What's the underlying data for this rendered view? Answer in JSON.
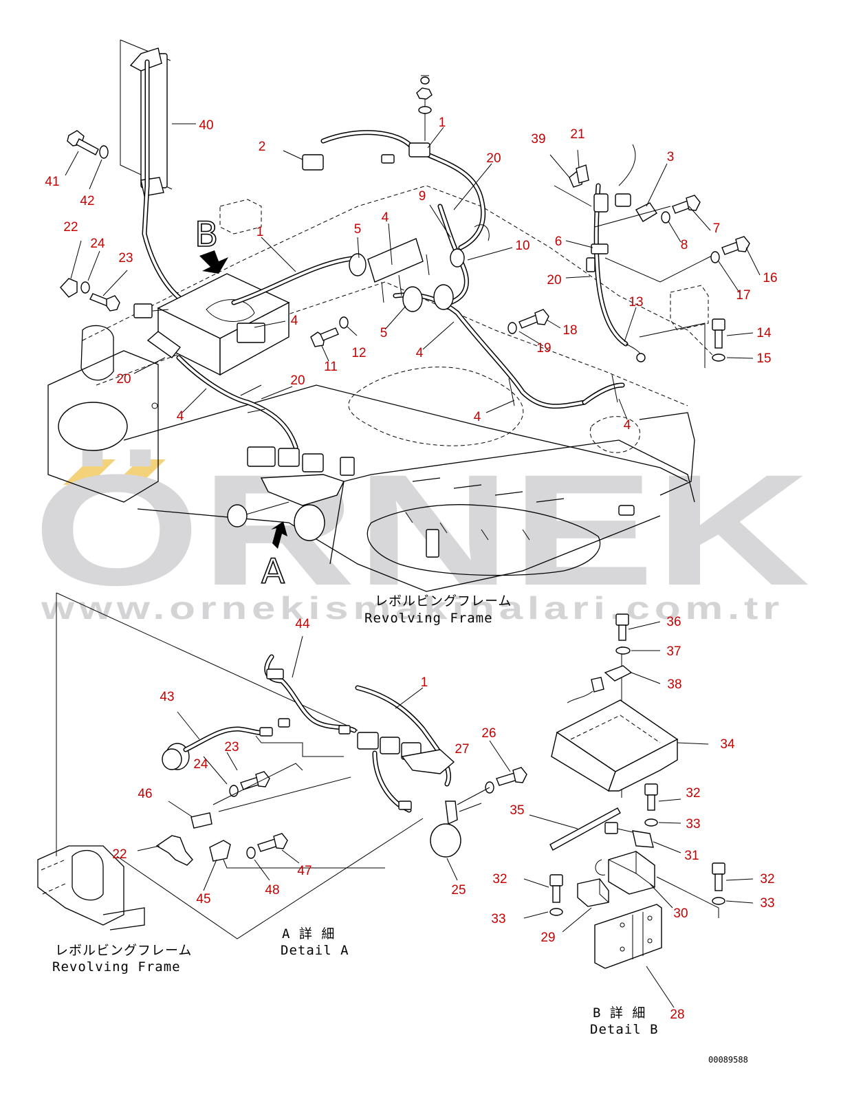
{
  "watermark": {
    "brand": "ÖRNEK",
    "url": "www.ornekismakinalari.com.tr",
    "accent_color": "#f3d27a",
    "gray_color": "#d7d7d9"
  },
  "view_letters": {
    "a": "A",
    "b": "B"
  },
  "captions": {
    "revolving_frame_jp": "レボルビングフレーム",
    "revolving_frame_en": "Revolving Frame",
    "detail_a_jp": "A 詳 細",
    "detail_a_en": "Detail A",
    "detail_b_jp": "B 詳 細",
    "detail_b_en": "Detail B"
  },
  "drawing_number": "00089588",
  "callout_color": "#c40000",
  "callouts": [
    {
      "label": "40"
    },
    {
      "label": "41"
    },
    {
      "label": "42"
    },
    {
      "label": "22"
    },
    {
      "label": "24"
    },
    {
      "label": "23"
    },
    {
      "label": "1"
    },
    {
      "label": "2"
    },
    {
      "label": "1"
    },
    {
      "label": "20"
    },
    {
      "label": "9"
    },
    {
      "label": "4"
    },
    {
      "label": "5"
    },
    {
      "label": "10"
    },
    {
      "label": "39"
    },
    {
      "label": "21"
    },
    {
      "label": "3"
    },
    {
      "label": "7"
    },
    {
      "label": "8"
    },
    {
      "label": "6"
    },
    {
      "label": "20"
    },
    {
      "label": "16"
    },
    {
      "label": "17"
    },
    {
      "label": "13"
    },
    {
      "label": "4"
    },
    {
      "label": "5"
    },
    {
      "label": "4"
    },
    {
      "label": "18"
    },
    {
      "label": "19"
    },
    {
      "label": "11"
    },
    {
      "label": "12"
    },
    {
      "label": "14"
    },
    {
      "label": "15"
    },
    {
      "label": "20"
    },
    {
      "label": "20"
    },
    {
      "label": "4"
    },
    {
      "label": "4"
    },
    {
      "label": "4"
    },
    {
      "label": "44"
    },
    {
      "label": "1"
    },
    {
      "label": "43"
    },
    {
      "label": "23"
    },
    {
      "label": "24"
    },
    {
      "label": "27"
    },
    {
      "label": "26"
    },
    {
      "label": "46"
    },
    {
      "label": "22"
    },
    {
      "label": "45"
    },
    {
      "label": "48"
    },
    {
      "label": "47"
    },
    {
      "label": "25"
    },
    {
      "label": "36"
    },
    {
      "label": "37"
    },
    {
      "label": "38"
    },
    {
      "label": "34"
    },
    {
      "label": "35"
    },
    {
      "label": "32"
    },
    {
      "label": "33"
    },
    {
      "label": "31"
    },
    {
      "label": "32"
    },
    {
      "label": "32"
    },
    {
      "label": "33"
    },
    {
      "label": "33"
    },
    {
      "label": "30"
    },
    {
      "label": "29"
    },
    {
      "label": "28"
    }
  ]
}
